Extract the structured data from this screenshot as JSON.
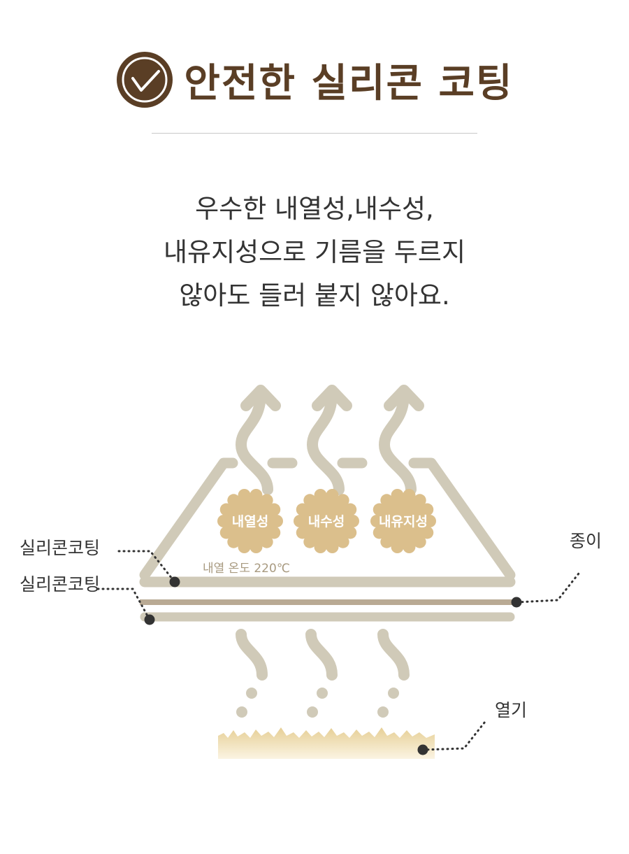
{
  "header": {
    "icon": "check-circle-icon",
    "title": "안전한 실리콘 코팅"
  },
  "description": {
    "lines": [
      "우수한 내열성,내수성,",
      "내유지성으로 기름을 두르지",
      "않아도 들러 붙지 않아요."
    ]
  },
  "diagram": {
    "badges": [
      "내열성",
      "내수성",
      "내유지성"
    ],
    "temperature": "내열 온도 220℃",
    "labels": {
      "coating_top": "실리콘코팅",
      "coating_bottom": "실리콘코팅",
      "paper": "종이",
      "heat": "열기"
    },
    "colors": {
      "brown": "#5a3e25",
      "beige": "#d0cab8",
      "gold": "#dbbf8c",
      "paper": "#b9aa94"
    }
  }
}
